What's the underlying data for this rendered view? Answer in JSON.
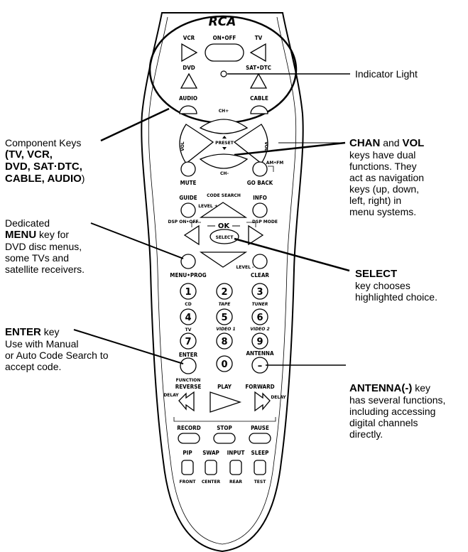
{
  "brand": "RCA",
  "keys": {
    "vcr": "VCR",
    "on_off": "ON•OFF",
    "tv": "TV",
    "dvd": "DVD",
    "sat_dtc": "SAT•DTC",
    "audio": "AUDIO",
    "cable": "CABLE",
    "ch_plus": "CH+",
    "vol_left": "VOL",
    "vol_right": "VOL",
    "preset": "PRESET",
    "ch_minus": "CH-",
    "mute": "MUTE",
    "go_back": "GO BACK",
    "am_fm": "AM•FM",
    "guide": "GUIDE",
    "code_search": "CODE SEARCH",
    "info": "INFO",
    "level_plus": "LEVEL +",
    "level_minus": "LEVEL -",
    "dsp_on_off": "DSP ON•OFF",
    "dsp_mode": "DSP MODE",
    "ok": "OK",
    "select": "SELECT",
    "menu_prog": "MENU•PROG",
    "clear": "CLEAR",
    "digits": [
      "1",
      "2",
      "3",
      "4",
      "5",
      "6",
      "7",
      "8",
      "9",
      "0"
    ],
    "cd": "CD",
    "tape": "TAPE",
    "tuner": "TUNER",
    "tv_sub": "TV",
    "video1": "VIDEO 1",
    "video2": "VIDEO 2",
    "enter": "ENTER",
    "antenna": "ANTENNA",
    "dash": "–",
    "function": "FUNCTION",
    "reverse": "REVERSE",
    "play": "PLAY",
    "forward": "FORWARD",
    "delay_left": "DELAY",
    "delay_right": "DELAY",
    "record": "RECORD",
    "stop": "STOP",
    "pause": "PAUSE",
    "pip": "PIP",
    "swap": "SWAP",
    "input": "INPUT",
    "sleep": "SLEEP",
    "front": "FRONT",
    "center": "CENTER",
    "rear": "REAR",
    "test": "TEST"
  },
  "callouts": {
    "indicator": "Indicator Light",
    "component": {
      "lead": "Component Keys",
      "line2": "(TV, VCR,",
      "line3": "DVD, SAT·DTC,",
      "line4": "CABLE, AUDIO",
      "close": ")"
    },
    "chanvol": {
      "chan": "CHAN",
      "and": " and ",
      "vol": "VOL",
      "lines": [
        "keys have dual",
        "functions. They",
        "act as navigation",
        "keys (up, down,",
        "left, right) in",
        "menu systems."
      ]
    },
    "menu": {
      "line1": "Dedicated",
      "bold": "MENU",
      "rest": " key for",
      "lines": [
        "DVD disc menus,",
        "some TVs and",
        "satellite receivers."
      ]
    },
    "select": {
      "bold": "SELECT",
      "lines": [
        "key chooses",
        "highlighted choice."
      ]
    },
    "enter": {
      "bold": "ENTER",
      "rest": " key",
      "lines": [
        "Use with Manual",
        "or Auto Code Search to",
        "accept code."
      ]
    },
    "antenna": {
      "bold": "ANTENNA(-)",
      "rest": " key",
      "lines": [
        "has several functions,",
        "including accessing",
        "digital channels",
        "directly."
      ]
    }
  }
}
